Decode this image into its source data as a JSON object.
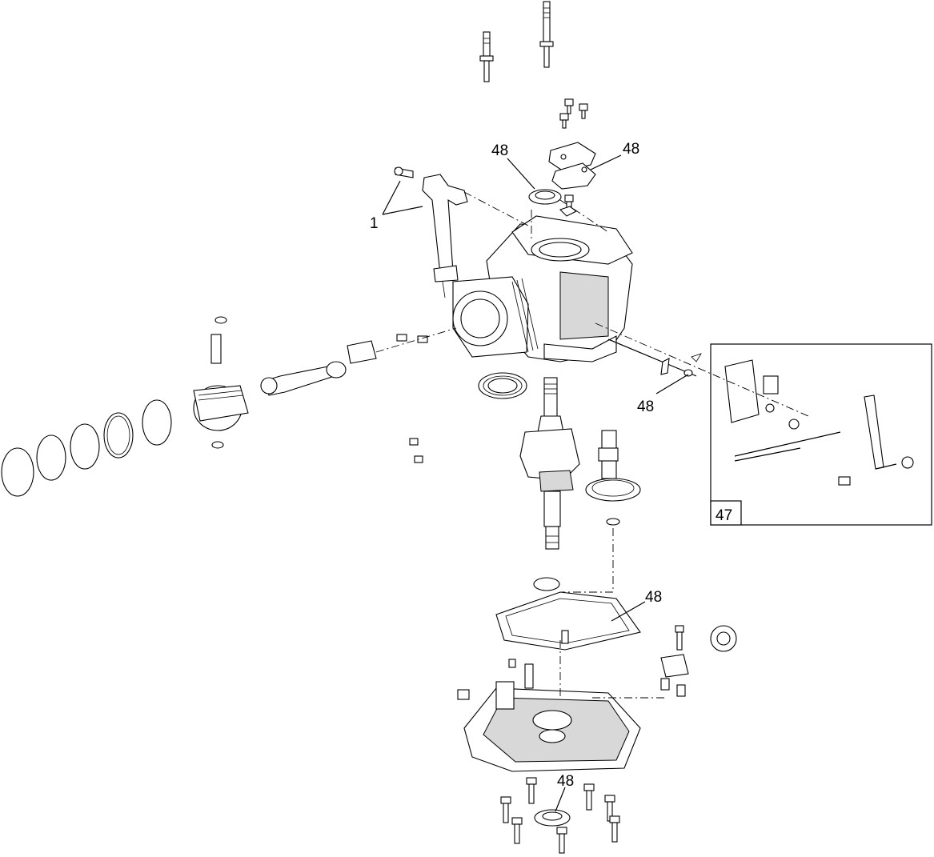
{
  "callouts": {
    "c1": "1",
    "c48_seal_top": "48",
    "c48_gasket_top": "48",
    "c48_linkage": "48",
    "c48_sump_gasket": "48",
    "c48_sump_seal": "48",
    "c47_kit": "47"
  }
}
